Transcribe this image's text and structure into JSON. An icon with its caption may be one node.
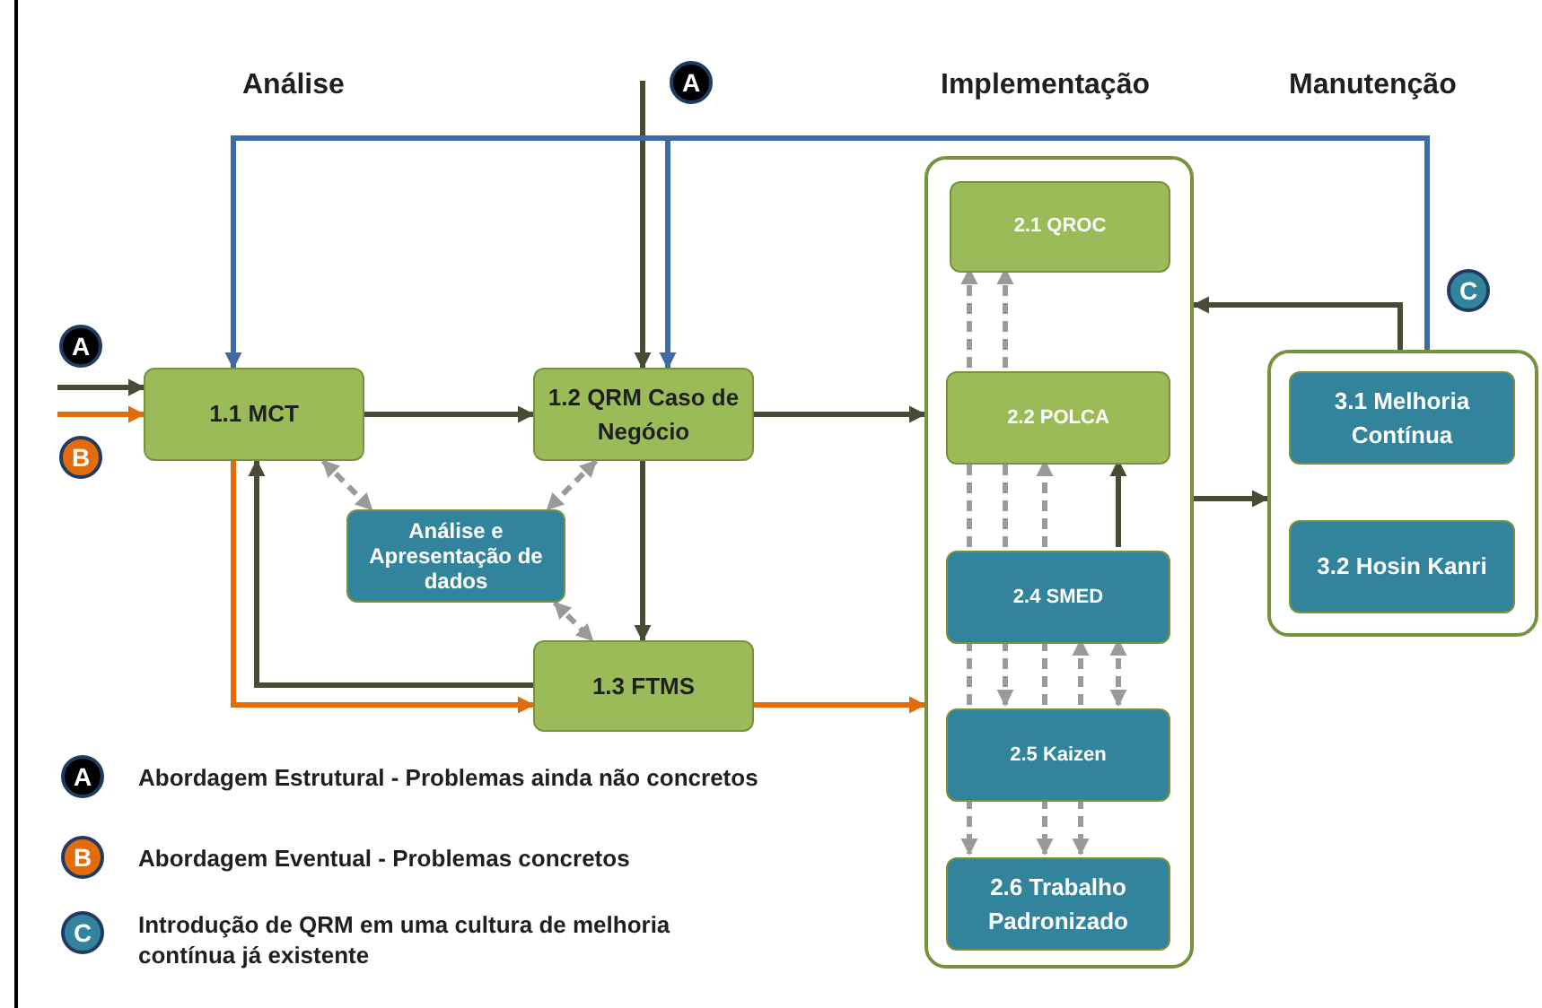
{
  "diagram": {
    "nodes": [
      {
        "text": [
          "1.1 MCT"
        ]
      },
      {
        "text": [
          "1.2 QRM Caso de Negócio"
        ]
      },
      {
        "text": [
          "Análise e Apresentação de dados"
        ]
      },
      {
        "text": [
          "1.3 FTMS"
        ]
      },
      {
        "text": [],
        "shape": "box"
      },
      {
        "text": [
          "2.1 QROC"
        ],
        "in": 4
      },
      {
        "text": [
          "2.2 POLCA"
        ],
        "in": 4
      },
      {
        "text": [
          "2.4 SMED"
        ],
        "in": 4
      },
      {
        "text": [
          "2.5 Kaizen"
        ],
        "in": 4
      },
      {
        "text": [
          "2.6 Trabalho Padronizado"
        ],
        "in": 4
      },
      {
        "text": [],
        "shape": "box"
      },
      {
        "text": [
          "3.1 Melhoria Contínua"
        ],
        "in": 10
      },
      {
        "text": [
          "3.2 Hosin Kanri"
        ],
        "in": 10
      }
    ],
    "edges": [
      {
        "from": null,
        "to": 0,
        "arrow": "to",
        "color": "#4a4a35"
      },
      {
        "from": null,
        "to": 0,
        "arrow": "to",
        "color": "#e36c0a"
      },
      {
        "from": null,
        "to": 1,
        "arrow": "to",
        "color": "#4a4a35"
      },
      {
        "from": 10,
        "to": 0,
        "arrow": "to",
        "color": "#3f6aa6"
      },
      {
        "from": 10,
        "to": 1,
        "arrow": "to",
        "color": "#3f6aa6"
      },
      {
        "from": 0,
        "to": 1,
        "arrow": "to",
        "color": "#4a4a35"
      },
      {
        "from": 1,
        "to": 4,
        "arrow": "to",
        "color": "#4a4a35"
      },
      {
        "from": 1,
        "to": 3,
        "arrow": "to",
        "color": "#4a4a35"
      },
      {
        "from": 3,
        "to": 0,
        "arrow": "to",
        "color": "#4a4a35"
      },
      {
        "from": 0,
        "to": 3,
        "arrow": "to",
        "color": "#e36c0a"
      },
      {
        "from": 3,
        "to": 4,
        "arrow": "to",
        "color": "#e36c0a"
      },
      {
        "from": 0,
        "to": 2,
        "arrow": "both",
        "style": "dashed",
        "color": "#9a9a9a"
      },
      {
        "from": 1,
        "to": 2,
        "arrow": "both",
        "style": "dashed",
        "color": "#9a9a9a"
      },
      {
        "from": 2,
        "to": 3,
        "arrow": "both",
        "style": "dashed",
        "color": "#9a9a9a"
      },
      {
        "from": 6,
        "to": 5,
        "arrow": "to",
        "style": "dashed"
      },
      {
        "from": 6,
        "to": 5,
        "arrow": "to",
        "style": "dashed"
      },
      {
        "from": 7,
        "to": 6,
        "arrow": "none",
        "style": "dashed"
      },
      {
        "from": 7,
        "to": 6,
        "arrow": "none",
        "style": "dashed"
      },
      {
        "from": 7,
        "to": 6,
        "arrow": "to",
        "style": "dashed"
      },
      {
        "from": 7,
        "to": 6,
        "arrow": "to",
        "color": "#4a4a35"
      },
      {
        "from": 7,
        "to": 8,
        "arrow": "none",
        "style": "dashed"
      },
      {
        "from": 7,
        "to": 8,
        "arrow": "to",
        "style": "dashed"
      },
      {
        "from": 7,
        "to": 8,
        "arrow": "none",
        "style": "dashed"
      },
      {
        "from": 8,
        "to": 7,
        "arrow": "to",
        "style": "dashed"
      },
      {
        "from": 7,
        "to": 8,
        "arrow": "both",
        "style": "dashed"
      },
      {
        "from": 8,
        "to": 9,
        "arrow": "to",
        "style": "dashed"
      },
      {
        "from": 8,
        "to": 9,
        "arrow": "to",
        "style": "dashed"
      },
      {
        "from": 8,
        "to": 9,
        "arrow": "to",
        "style": "dashed"
      },
      {
        "from": 4,
        "to": 10,
        "arrow": "to",
        "color": "#4a4a35"
      },
      {
        "from": 10,
        "to": 4,
        "arrow": "to",
        "color": "#4a4a35"
      }
    ],
    "labels": [
      "Análise",
      "A",
      "Implementação",
      "Manutenção",
      "C",
      "A",
      "B",
      "A",
      "B",
      "C"
    ],
    "legend": [
      {
        "text": "Abordagem Estrutural - Problemas ainda não concretos"
      },
      {
        "text": "Abordagem Eventual - Problemas concretos"
      },
      {
        "text": "Introdução de QRM em uma cultura de melhoria contínua já existente"
      }
    ]
  }
}
